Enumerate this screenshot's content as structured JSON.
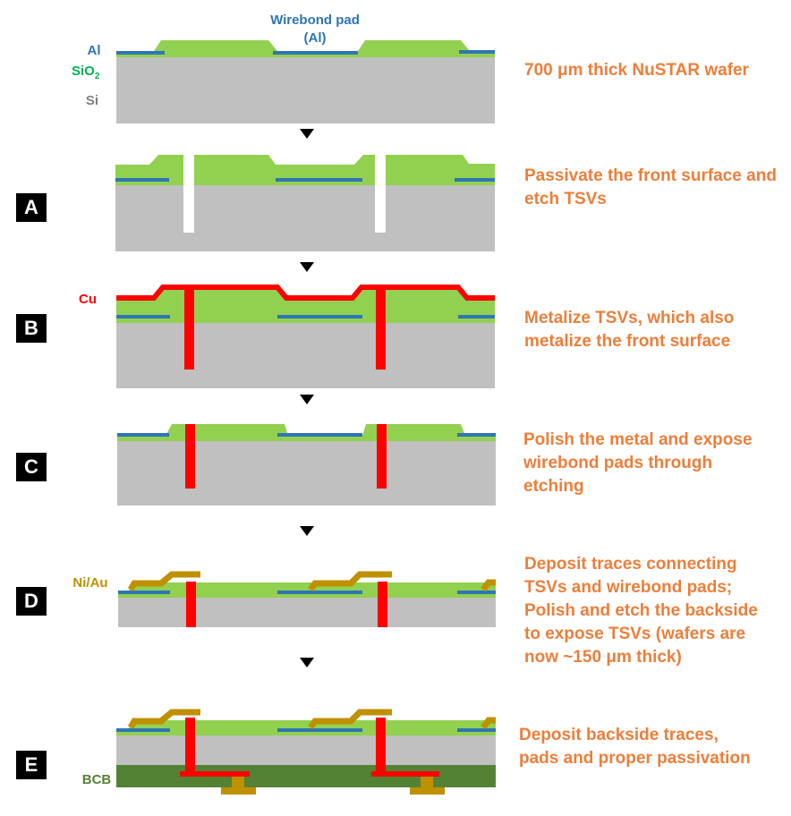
{
  "colors": {
    "silicon": "#c0c0c0",
    "oxide": "#92d050",
    "aluminum": "#2e75b6",
    "copper": "#ff0000",
    "niau": "#bf9000",
    "bcb": "#548235",
    "text_orange": "#ec7e3a",
    "text_blue": "#2e75b6",
    "text_green": "#00b050",
    "text_gray": "#7f7f7f",
    "text_red": "#ff0000",
    "text_gold": "#bf9000",
    "text_darkgreen": "#548235"
  },
  "labels": {
    "wirebond_line1": "Wirebond pad",
    "wirebond_line2": "(Al)",
    "al": "Al",
    "sio2_main": "SiO",
    "sio2_sub": "2",
    "si": "Si",
    "cu": "Cu",
    "niau": "Ni/Au",
    "bcb": "BCB"
  },
  "steps": [
    {
      "badge": "",
      "lines": [
        "700 μm thick NuSTAR wafer"
      ]
    },
    {
      "badge": "A",
      "lines": [
        "Passivate the front surface and",
        "etch TSVs"
      ]
    },
    {
      "badge": "B",
      "lines": [
        "Metalize TSVs, which also",
        "metalize the front surface"
      ]
    },
    {
      "badge": "C",
      "lines": [
        "Polish the metal and expose",
        "wirebond pads through",
        "etching"
      ]
    },
    {
      "badge": "D",
      "lines": [
        "Deposit traces connecting",
        "TSVs and wirebond pads;",
        "Polish and etch the backside",
        "to expose TSVs (wafers are",
        "now ~150 μm thick)"
      ]
    },
    {
      "badge": "E",
      "lines": [
        "Deposit backside traces,",
        "pads and proper passivation"
      ]
    }
  ]
}
